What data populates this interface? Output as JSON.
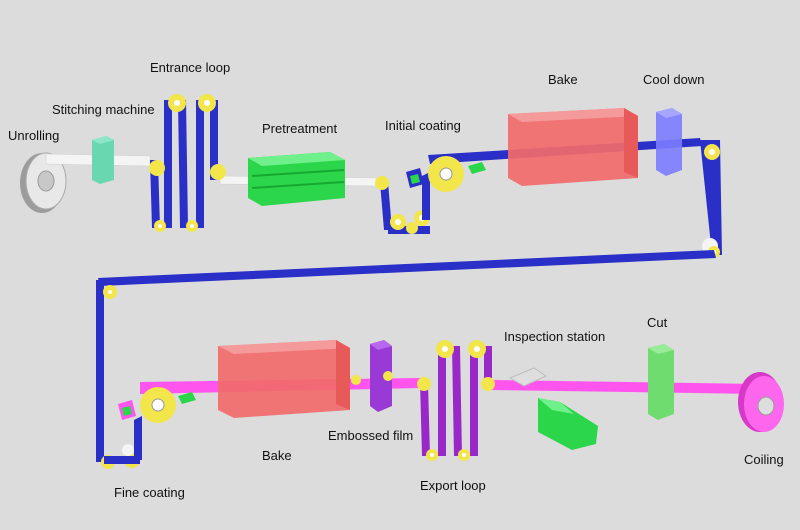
{
  "labels": {
    "unrolling": "Unrolling",
    "stitching_machine": "Stitching machine",
    "entrance_loop": "Entrance loop",
    "pretreatment": "Pretreatment",
    "initial_coating": "Initial coating",
    "bake_top": "Bake",
    "cool_down": "Cool down",
    "fine_coating": "Fine coating",
    "bake_bottom": "Bake",
    "embossed_film": "Embossed film",
    "export_loop": "Export loop",
    "inspection_station": "Inspection station",
    "cut": "Cut",
    "coiling": "Coiling"
  },
  "colors": {
    "background": "#dcdcdc",
    "strip_blue": "#2a2fc8",
    "strip_white": "#f4f4f4",
    "strip_magenta": "#ff55ee",
    "roller_yellow": "#f2e64a",
    "pretreatment_green": "#2bd64a",
    "oven_red": "#f26a6a",
    "cooler_blue": "#7c7cff",
    "embossing_purple": "#9a3ad6",
    "cut_green": "#6fdc6f"
  }
}
